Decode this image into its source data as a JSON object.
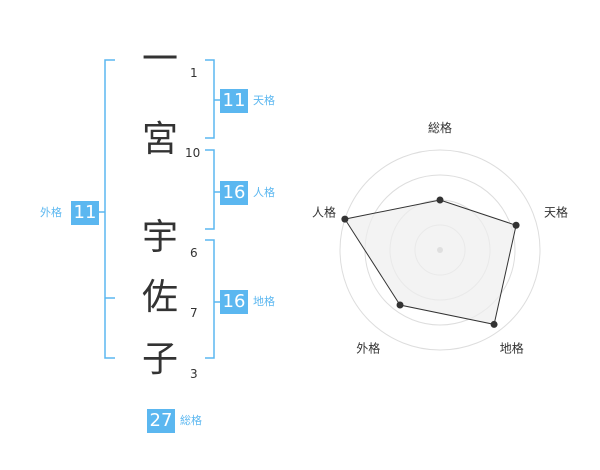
{
  "name": {
    "chars": [
      {
        "char": "一",
        "strokes": "1"
      },
      {
        "char": "宮",
        "strokes": "10"
      },
      {
        "char": "宇",
        "strokes": "6"
      },
      {
        "char": "佐",
        "strokes": "7"
      },
      {
        "char": "子",
        "strokes": "3"
      }
    ]
  },
  "fortune": {
    "tenkaku": {
      "value": "11",
      "label": "天格"
    },
    "jinkaku": {
      "value": "16",
      "label": "人格"
    },
    "chikaku": {
      "value": "16",
      "label": "地格"
    },
    "gaikaku": {
      "value": "11",
      "label": "外格"
    },
    "soukaku": {
      "value": "27",
      "label": "総格"
    }
  },
  "radar": {
    "labels": [
      "総格",
      "天格",
      "地格",
      "外格",
      "人格"
    ],
    "values": [
      0.5,
      0.8,
      0.92,
      0.68,
      1.0
    ],
    "rings": 4,
    "colors": {
      "fill": "#eeeeee",
      "line": "#333333",
      "ring": "#dddddd",
      "center": "#bbbbbb"
    }
  },
  "colors": {
    "accent": "#5bb7f0"
  }
}
